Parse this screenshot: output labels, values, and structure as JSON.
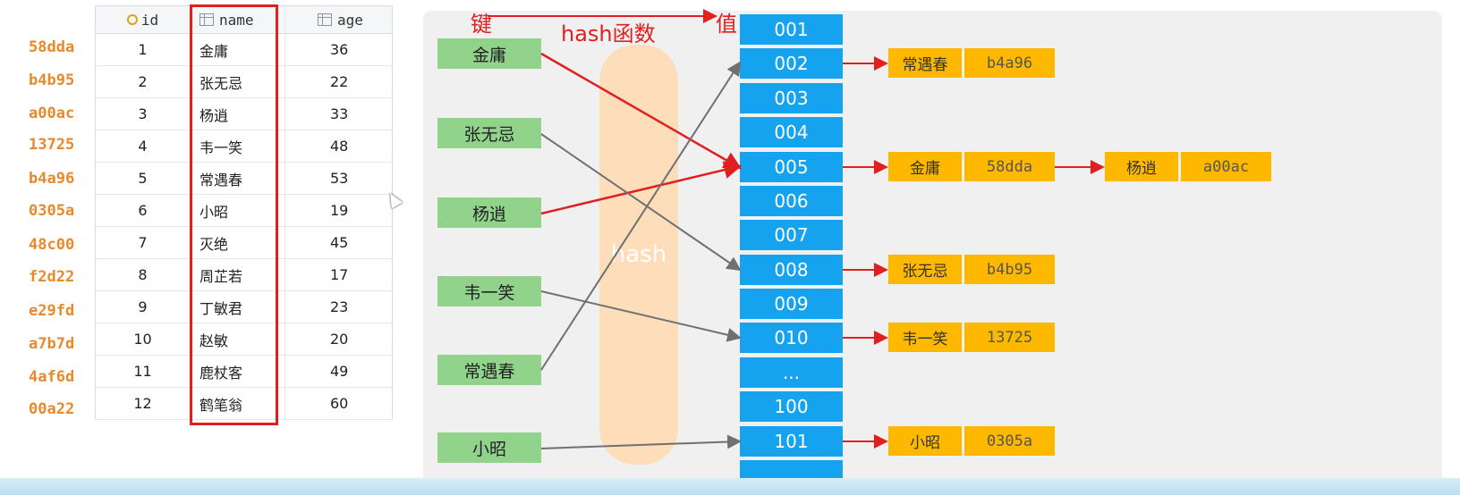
{
  "hash_labels": [
    "58dda",
    "b4b95",
    "a00ac",
    "13725",
    "b4a96",
    "0305a",
    "48c00",
    "f2d22",
    "e29fd",
    "a7b7d",
    "4af6d",
    "00a22"
  ],
  "table": {
    "headers": {
      "id": "id",
      "name": "name",
      "age": "age"
    },
    "rows": [
      {
        "id": "1",
        "name": "金庸",
        "age": "36"
      },
      {
        "id": "2",
        "name": "张无忌",
        "age": "22"
      },
      {
        "id": "3",
        "name": "杨逍",
        "age": "33"
      },
      {
        "id": "4",
        "name": "韦一笑",
        "age": "48"
      },
      {
        "id": "5",
        "name": "常遇春",
        "age": "53"
      },
      {
        "id": "6",
        "name": "小昭",
        "age": "19"
      },
      {
        "id": "7",
        "name": "灭绝",
        "age": "45"
      },
      {
        "id": "8",
        "name": "周芷若",
        "age": "17"
      },
      {
        "id": "9",
        "name": "丁敏君",
        "age": "23"
      },
      {
        "id": "10",
        "name": "赵敏",
        "age": "20"
      },
      {
        "id": "11",
        "name": "鹿杖客",
        "age": "49"
      },
      {
        "id": "12",
        "name": "鹤笔翁",
        "age": "60"
      }
    ]
  },
  "labels": {
    "key": "键",
    "hash_function": "hash函数",
    "value": "值",
    "hash_band": "hash"
  },
  "keys": [
    "金庸",
    "张无忌",
    "杨逍",
    "韦一笑",
    "常遇春",
    "小昭"
  ],
  "buckets": [
    "001",
    "002",
    "003",
    "004",
    "005",
    "006",
    "007",
    "008",
    "009",
    "010",
    "...",
    "100",
    "101",
    "..."
  ],
  "entries": {
    "e002": {
      "key": "常遇春",
      "value": "b4a96"
    },
    "e005": {
      "key": "金庸",
      "value": "58dda"
    },
    "e005b": {
      "key": "杨逍",
      "value": "a00ac"
    },
    "e008": {
      "key": "张无忌",
      "value": "b4b95"
    },
    "e010": {
      "key": "韦一笑",
      "value": "13725"
    },
    "e101": {
      "key": "小昭",
      "value": "0305a"
    }
  },
  "colors": {
    "key_box": "#92d38c",
    "bucket": "#15a3f0",
    "entry": "#ffb800",
    "highlight": "#e02020",
    "hash_label": "#e8892c"
  }
}
